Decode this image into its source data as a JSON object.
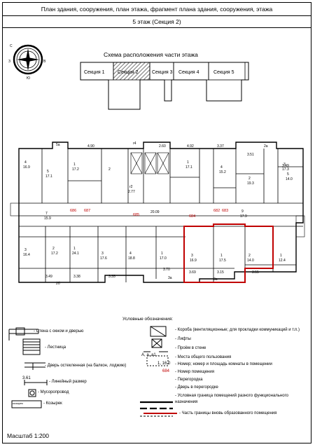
{
  "header": {
    "title": "План здания, сооружения, план этажа, фрагмент плана здания, сооружения, этажа",
    "floor": "5 этаж (Секция 2)"
  },
  "compass": {
    "north": "С",
    "west": "З",
    "east": "В",
    "south": "Ю"
  },
  "scheme": {
    "title": "Схема расположения части этажа",
    "sections": [
      "Секция 1",
      "Секция 2",
      "Секция 3",
      "Секция 4",
      "Секция 5"
    ],
    "highlighted": "Секция 2"
  },
  "plan": {
    "room_numbers_red": [
      "686",
      "687",
      "685",
      "682",
      "683",
      "684"
    ],
    "rooms": [
      {
        "n": "5а"
      },
      {
        "n": "4",
        "a": "16.9"
      },
      {
        "n": "5",
        "a": "17.1"
      },
      {
        "n": "1",
        "a": "17.2"
      },
      {
        "n": "2"
      },
      {
        "n": "4.90"
      },
      {
        "n": "r4"
      },
      {
        "n": "2.60"
      },
      {
        "n": "4.92"
      },
      {
        "n": "1",
        "a": "17.1"
      },
      {
        "n": "3.37"
      },
      {
        "n": "4",
        "a": "15.2"
      },
      {
        "n": "2а"
      },
      {
        "n": "3.51"
      },
      {
        "n": "2",
        "a": "19.3"
      },
      {
        "n": "3",
        "a": "17.3"
      },
      {
        "n": "3.49"
      },
      {
        "n": "5",
        "a": "14.0"
      },
      {
        "n": "7",
        "a": "15.9"
      },
      {
        "n": "9",
        "a": "17.9"
      },
      {
        "n": "20.09"
      },
      {
        "n": "r2",
        "a": "2.77"
      },
      {
        "n": "3",
        "a": "16.4"
      },
      {
        "n": "2",
        "a": "17.2"
      },
      {
        "n": "1",
        "a": "24.1"
      },
      {
        "n": "3",
        "a": "17.6"
      },
      {
        "n": "4",
        "a": "18.8"
      },
      {
        "n": "1",
        "a": "17.0"
      },
      {
        "n": "3",
        "a": "16.9"
      },
      {
        "n": "1",
        "a": "17.5"
      },
      {
        "n": "2",
        "a": "14.0"
      },
      {
        "n": "1",
        "a": "12.4"
      },
      {
        "n": "3.49"
      },
      {
        "n": "3.38"
      },
      {
        "n": "3.35"
      },
      {
        "n": "3.70"
      },
      {
        "n": "3.69"
      },
      {
        "n": "3.15"
      },
      {
        "n": "3.55"
      },
      {
        "n": "2б"
      },
      {
        "n": "3а"
      },
      {
        "n": "3а"
      }
    ]
  },
  "legend": {
    "title": "Условные обозначения:",
    "left": [
      "- Стена с окном и дверью",
      "- Лестница",
      "- Дверь остекленная (на балкон, лоджию)",
      "- Линейный размер",
      "- Мусоропровод",
      "- Козырек"
    ],
    "left_samples": {
      "dim": "3.61",
      "stand": "козырек"
    },
    "right": [
      "- Короба  (вентиляционные; для прокладки коммуникаций и т.п.)",
      "- Лифты",
      "- Проём в стене",
      "- Места общего пользования",
      "- Номер; номер и площадь комнаты в помещении",
      "- Номер помещения",
      "- Перегородка",
      "- Дверь в перегородке",
      "- Условная граница помещений разного функционального назначения",
      "- Часть границы вновь образованного помещения"
    ],
    "right_samples": {
      "room_nums": "А,  а,  а1...",
      "room_area": "1, 16.0",
      "room_red": "684"
    }
  },
  "footer": {
    "scale": "Масштаб 1:200"
  },
  "colors": {
    "highlight": "#c00000",
    "line": "#000000",
    "hatch": "#555555",
    "fill": "#ffffff"
  }
}
